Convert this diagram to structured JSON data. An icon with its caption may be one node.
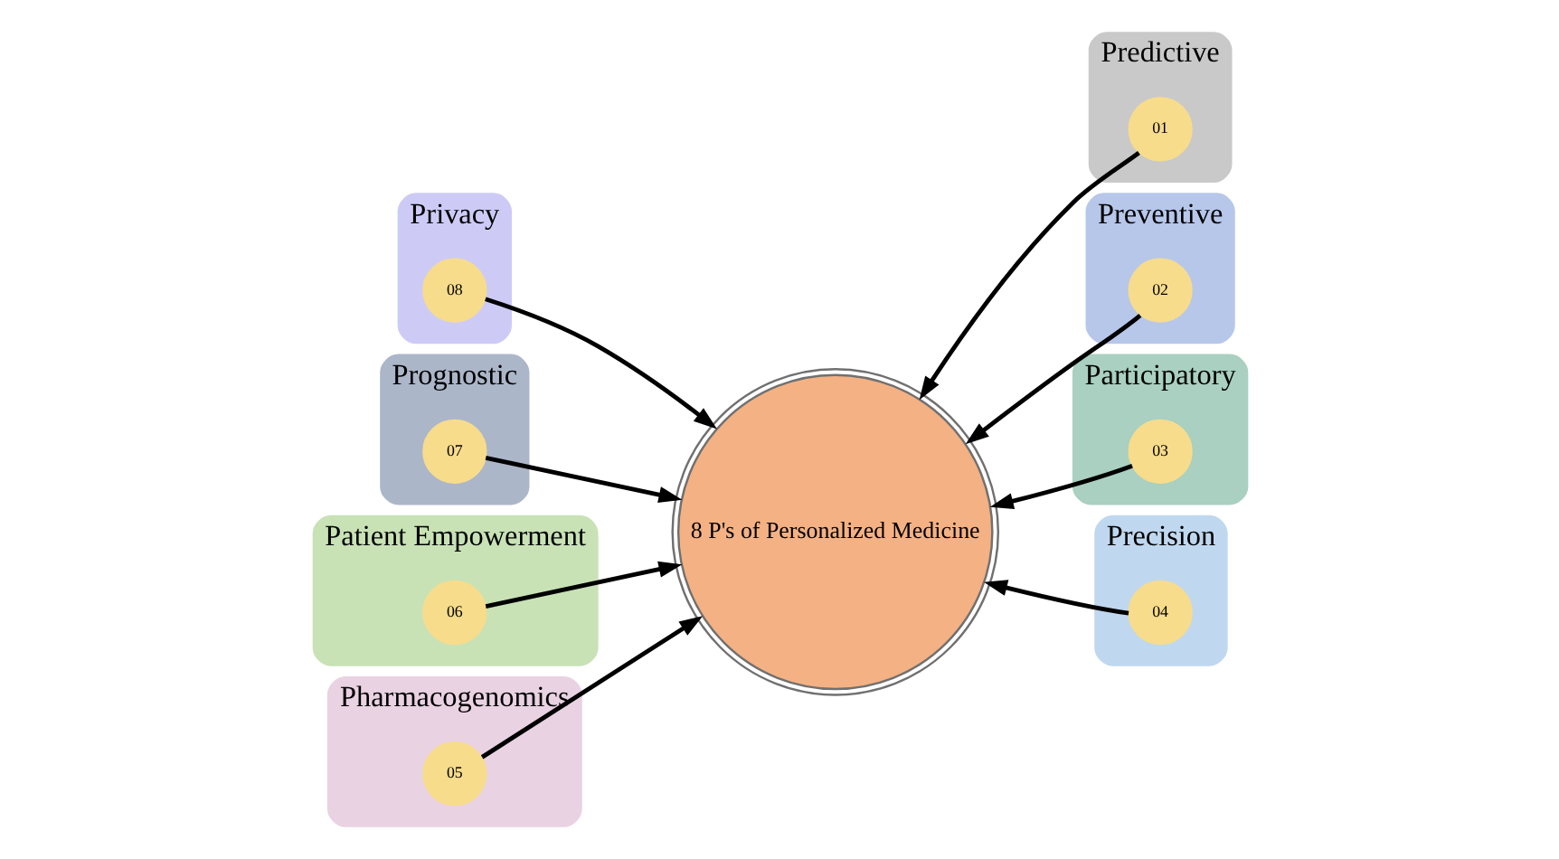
{
  "diagram": {
    "nodes": [
      {
        "text": [
          "Privacy"
        ]
      },
      {
        "text": [
          "08"
        ],
        "in": 0
      },
      {
        "text": [
          "Predictive"
        ]
      },
      {
        "text": [
          "01"
        ],
        "in": 2
      },
      {
        "text": [
          "Prognostic"
        ]
      },
      {
        "text": [
          "07"
        ],
        "in": 4
      },
      {
        "text": [
          "8 P's of Personalized Medicine"
        ]
      },
      {
        "text": [
          "Preventive"
        ]
      },
      {
        "text": [
          "02"
        ],
        "in": 7
      },
      {
        "text": [
          "Patient Empowerment"
        ]
      },
      {
        "text": [
          "06"
        ],
        "in": 9
      },
      {
        "text": [
          "Participatory"
        ]
      },
      {
        "text": [
          "03"
        ],
        "in": 11
      },
      {
        "text": [
          "Pharmacogenomics"
        ]
      },
      {
        "text": [
          "05"
        ],
        "in": 13
      },
      {
        "text": [
          "Precision"
        ]
      },
      {
        "text": [
          "04"
        ],
        "in": 15
      }
    ],
    "edges": [
      {
        "from": 1,
        "to": 6,
        "arrow": "to"
      },
      {
        "from": 3,
        "to": 6,
        "arrow": "to"
      },
      {
        "from": 5,
        "to": 6,
        "arrow": "to"
      },
      {
        "from": 8,
        "to": 6,
        "arrow": "to"
      },
      {
        "from": 10,
        "to": 6,
        "arrow": "to"
      },
      {
        "from": 12,
        "to": 6,
        "arrow": "to"
      },
      {
        "from": 14,
        "to": 6,
        "arrow": "to"
      },
      {
        "from": 16,
        "to": 6,
        "arrow": "to"
      }
    ]
  }
}
